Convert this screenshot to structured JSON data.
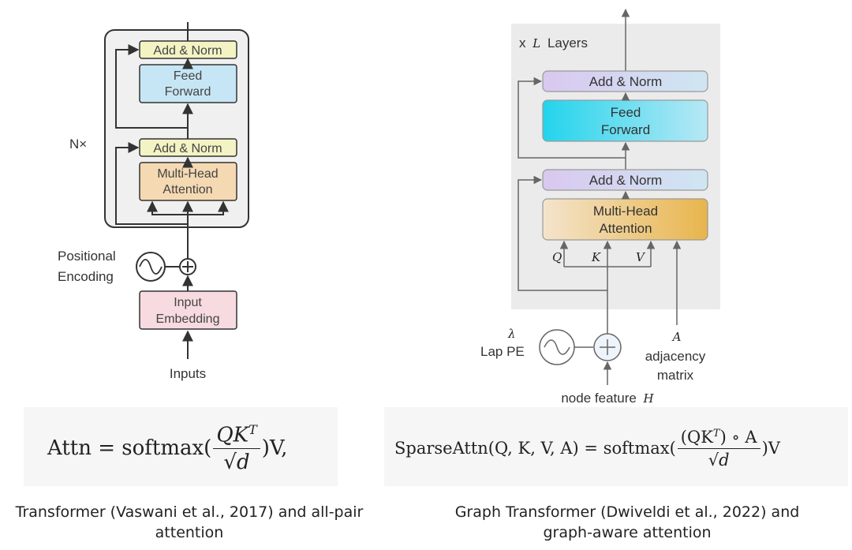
{
  "left": {
    "nx": "N×",
    "add_norm_top": "Add & Norm",
    "feed_forward_1": "Feed",
    "feed_forward_2": "Forward",
    "add_norm_bottom": "Add & Norm",
    "mha_1": "Multi-Head",
    "mha_2": "Attention",
    "pos_enc_1": "Positional",
    "pos_enc_2": "Encoding",
    "input_emb_1": "Input",
    "input_emb_2": "Embedding",
    "inputs": "Inputs",
    "formula": {
      "lhs": "Attn = softmax(",
      "num": "QK",
      "sup": "T",
      "den": "√d",
      "rhs": ")V,"
    },
    "caption_1": "Transformer (Vaswani et al., 2017) and all-pair",
    "caption_2": "attention"
  },
  "right": {
    "layers_prefix": "x",
    "layers_var": "L",
    "layers_suffix": "Layers",
    "add_norm_top": "Add & Norm",
    "feed_forward_1": "Feed",
    "feed_forward_2": "Forward",
    "add_norm_bottom": "Add & Norm",
    "mha_1": "Multi-Head",
    "mha_2": "Attention",
    "q": "Q",
    "k": "K",
    "v": "V",
    "lambda": "λ",
    "lap_pe": "Lap PE",
    "a": "A",
    "adjacency_1": "adjacency",
    "adjacency_2": "matrix",
    "node_feature": "node feature",
    "node_var": "H",
    "formula": {
      "lhs": "SparseAttn(Q, K, V, A) = softmax(",
      "num": "(QK",
      "sup": "T",
      "num_tail": ") ∘ A",
      "den": "√d",
      "rhs": ")V"
    },
    "caption_1": "Graph Transformer (Dwiveldi et al., 2022) and",
    "caption_2": "graph-aware attention"
  }
}
